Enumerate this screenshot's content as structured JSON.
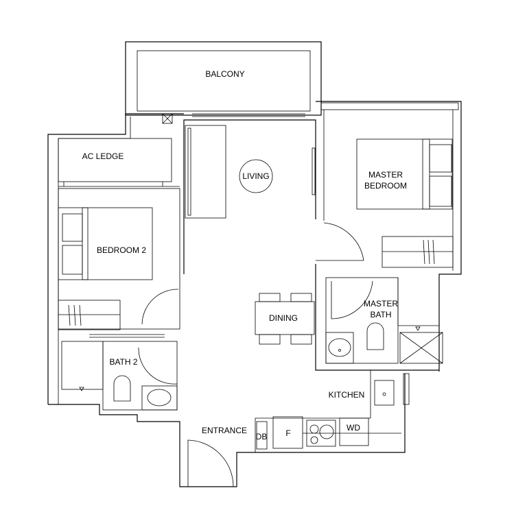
{
  "rooms": {
    "balcony": "BALCONY",
    "ac_ledge": "AC LEDGE",
    "living": "LIVING",
    "master_bedroom_1": "MASTER",
    "master_bedroom_2": "BEDROOM",
    "bedroom2": "BEDROOM 2",
    "dining": "DINING",
    "master_bath_1": "MASTER",
    "master_bath_2": "BATH",
    "bath2": "BATH 2",
    "kitchen": "KITCHEN",
    "entrance": "ENTRANCE"
  },
  "fixtures": {
    "db": "DB",
    "fridge": "F",
    "washer_dryer": "WD"
  }
}
